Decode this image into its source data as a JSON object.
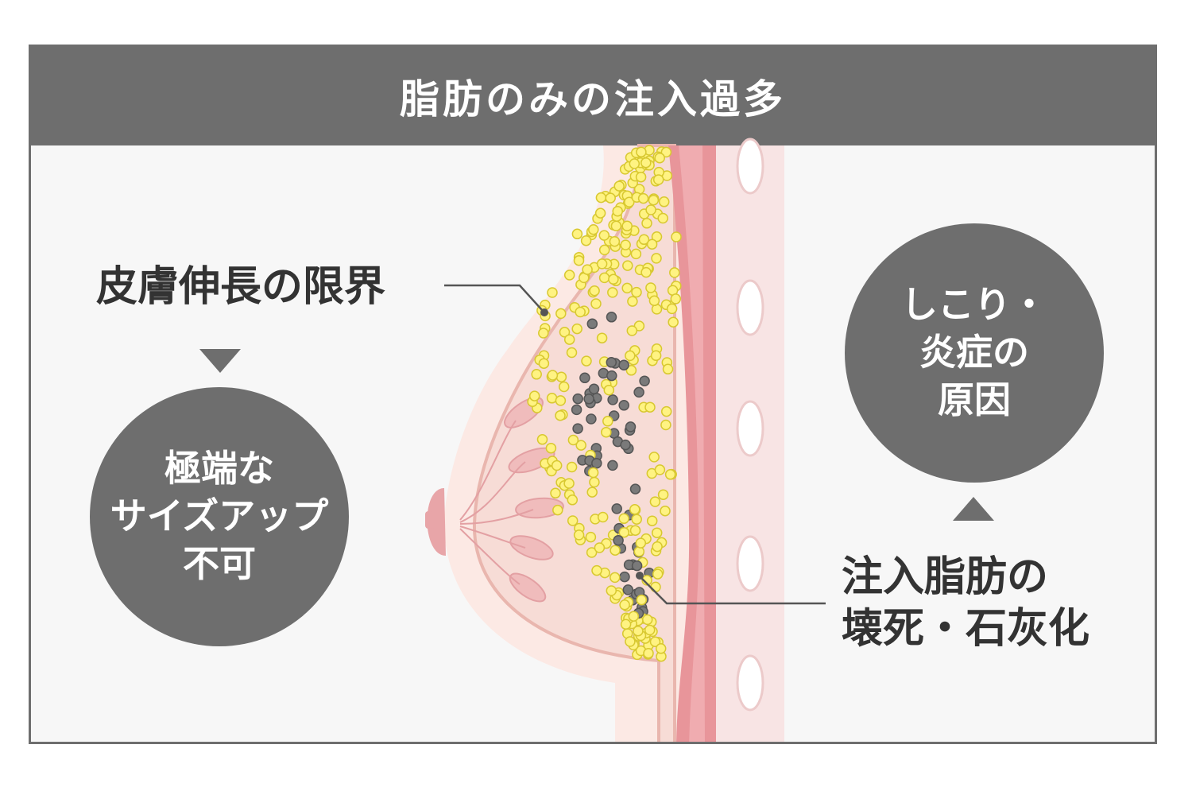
{
  "title": "脂肪のみの注入過多",
  "labels": {
    "skin_limit": "皮膚伸長の限界",
    "necrosis_line1": "注入脂肪の",
    "necrosis_line2": "壊死・石灰化"
  },
  "result_left": {
    "line1": "極端な",
    "line2": "サイズアップ",
    "line3": "不可"
  },
  "result_right": {
    "line1": "しこり・",
    "line2": "炎症の",
    "line3": "原因"
  },
  "colors": {
    "header": "#6e6e6e",
    "panel": "#f7f7f7",
    "skin": "#fce9e4",
    "tissue": "#f7dcd6",
    "muscle": "#e8959a",
    "fat_cell": "#fff382",
    "fat_outline": "#d8c830",
    "necrotic_cell": "#7a7a7a",
    "text": "#333333"
  }
}
